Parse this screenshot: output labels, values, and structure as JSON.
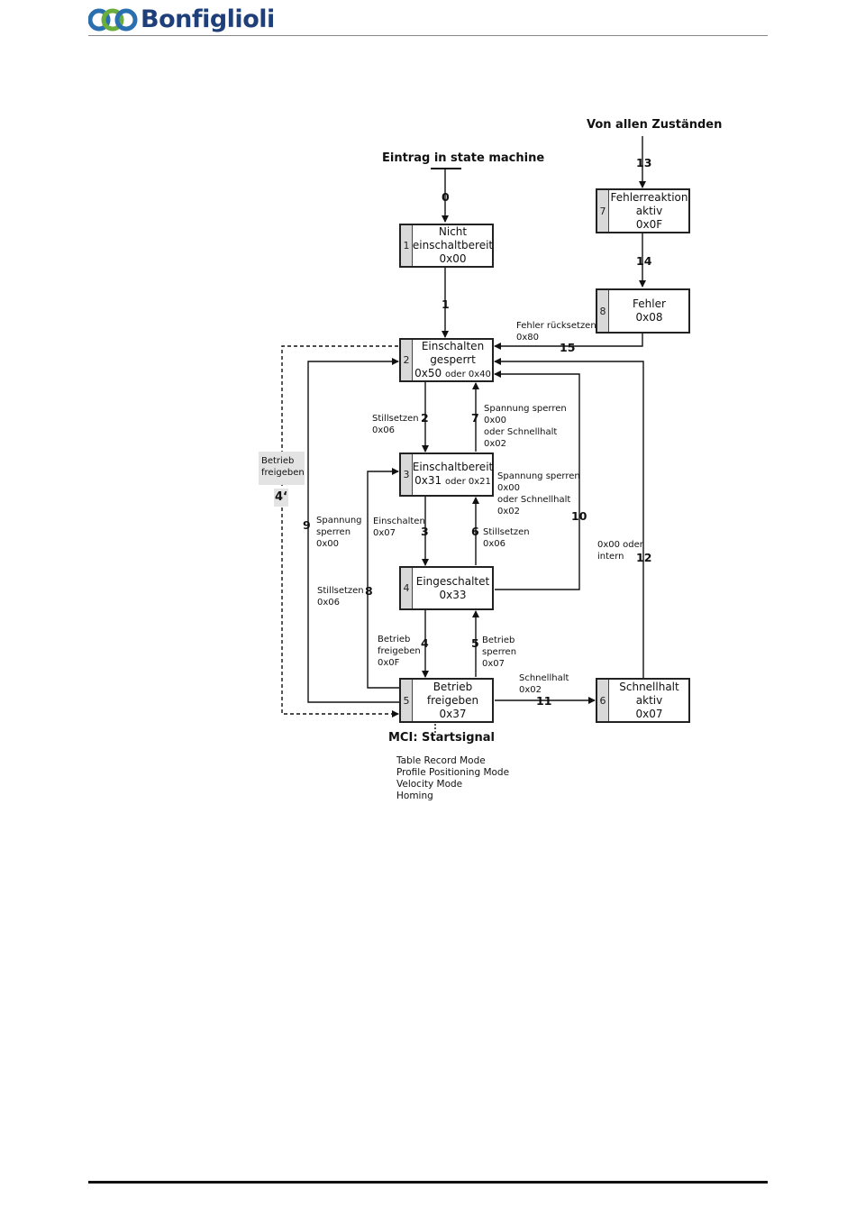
{
  "header": {
    "brand": "Bonfiglioli"
  },
  "diagram": {
    "entry": "Eintrag in state machine",
    "from_all": "Von allen Zuständen",
    "states": [
      {
        "num": "1",
        "line1": "Nicht",
        "line2": "einschaltbereit",
        "code": "0x00",
        "code_alt": ""
      },
      {
        "num": "2",
        "line1": "Einschalten",
        "line2": "gesperrt",
        "code": "0x50",
        "code_alt": "oder 0x40"
      },
      {
        "num": "3",
        "line1": "Einschaltbereit",
        "line2": "",
        "code": "0x31",
        "code_alt": "oder 0x21"
      },
      {
        "num": "4",
        "line1": "Eingeschaltet",
        "line2": "",
        "code": "0x33",
        "code_alt": ""
      },
      {
        "num": "5",
        "line1": "Betrieb",
        "line2": "freigeben",
        "code": "0x37",
        "code_alt": ""
      },
      {
        "num": "6",
        "line1": "Schnellhalt",
        "line2": "aktiv",
        "code": "0x07",
        "code_alt": ""
      },
      {
        "num": "7",
        "line1": "Fehlerreaktion",
        "line2": "aktiv",
        "code": "0x0F",
        "code_alt": ""
      },
      {
        "num": "8",
        "line1": "Fehler",
        "line2": "",
        "code": "0x08",
        "code_alt": ""
      }
    ],
    "transitions": {
      "t0": "0",
      "t1": "1",
      "t2": "2",
      "t3": "3",
      "t4": "4",
      "t4p": "4‘",
      "t5": "5",
      "t6": "6",
      "t7": "7",
      "t8": "8",
      "t9": "9",
      "t10": "10",
      "t11": "11",
      "t12": "12",
      "t13": "13",
      "t14": "14",
      "t15": "15"
    },
    "labels": {
      "fehler_ruecksetzen": "Fehler rücksetzen",
      "code_0x80": "0x80",
      "stillsetzen": "Stillsetzen",
      "code_0x06": "0x06",
      "spannung_sperren": "Spannung sperren",
      "code_0x00": "0x00",
      "oder_schnellhalt": "oder Schnellhalt",
      "code_0x02": "0x02",
      "einschalten": "Einschalten",
      "code_0x07": "0x07",
      "spannung": "Spannung",
      "sperren": "sperren",
      "betrieb": "Betrieb",
      "freigeben": "freigeben",
      "code_0x0F": "0x0F",
      "schnellhalt": "Schnellhalt",
      "oder_intern_1": "0x00 oder",
      "oder_intern_2": "intern",
      "betrieb_freigeben_1": "Betrieb",
      "betrieb_freigeben_2": "freigeben"
    },
    "mci_title": "MCI: Startsignal",
    "modes": [
      "Table Record Mode",
      "Profile Positioning Mode",
      "Velocity Mode",
      "Homing"
    ]
  }
}
